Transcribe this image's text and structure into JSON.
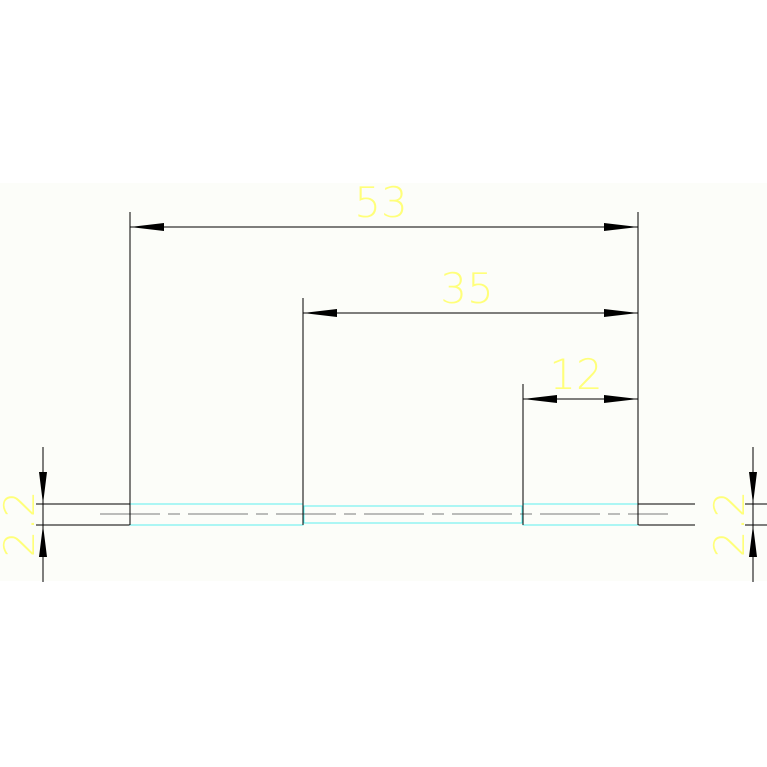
{
  "drawing": {
    "dimensions": [
      {
        "id": "dim-53",
        "label": "53",
        "value": 53
      },
      {
        "id": "dim-35",
        "label": "35",
        "value": 35
      },
      {
        "id": "dim-12",
        "label": "12",
        "value": 12
      }
    ],
    "thickness_left": {
      "label": "2.2",
      "value": 2.2
    },
    "thickness_right": {
      "label": "2.2",
      "value": 2.2
    },
    "colors": {
      "background": "#ffffff",
      "sheet": "#fcfdf9",
      "line": "#000000",
      "dim_text": "#ffff7a",
      "profile": "#5cf0f0",
      "centerline": "#7a7a7a"
    }
  }
}
